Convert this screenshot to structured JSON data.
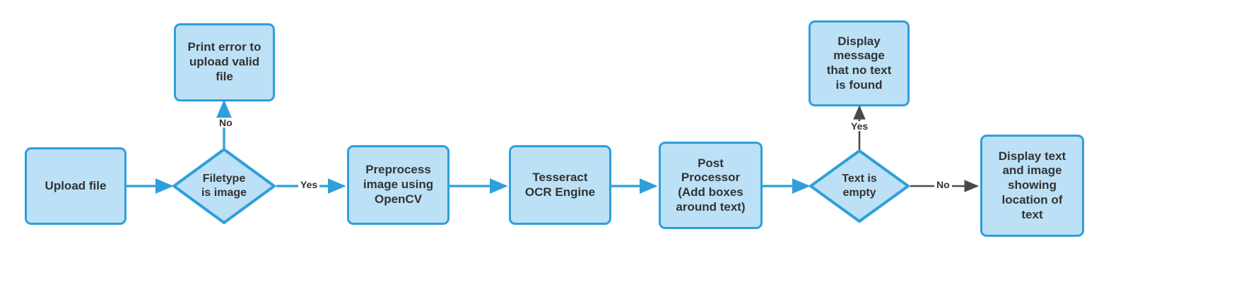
{
  "diagram": {
    "type": "flowchart",
    "title": "OCR text extraction pipeline flowchart",
    "colors": {
      "node_fill": "#bce0f5",
      "node_stroke": "#2e9fda",
      "text": "#333333",
      "edge_blue": "#2e9fda",
      "edge_gray": "#4a4a4a",
      "background": "#ffffff"
    },
    "nodes": [
      {
        "id": "upload",
        "shape": "rounded-rect",
        "label": "Upload file"
      },
      {
        "id": "filetype",
        "shape": "diamond",
        "label": "Filetype\nis image"
      },
      {
        "id": "printerror",
        "shape": "rounded-rect",
        "label": "Print error to\nupload valid\nfile"
      },
      {
        "id": "preprocess",
        "shape": "rounded-rect",
        "label": "Preprocess\nimage using\nOpenCV"
      },
      {
        "id": "tesseract",
        "shape": "rounded-rect",
        "label": "Tesseract\nOCR Engine"
      },
      {
        "id": "postproc",
        "shape": "rounded-rect",
        "label": "Post\nProcessor\n(Add boxes\naround text)"
      },
      {
        "id": "textempty",
        "shape": "diamond",
        "label": "Text is\nempty"
      },
      {
        "id": "nomessage",
        "shape": "rounded-rect",
        "label": "Display\nmessage\nthat no text\nis found"
      },
      {
        "id": "displaytext",
        "shape": "rounded-rect",
        "label": "Display text\nand image\nshowing\nlocation of\ntext"
      }
    ],
    "edges": [
      {
        "from": "upload",
        "to": "filetype",
        "label": "",
        "color": "#2e9fda"
      },
      {
        "from": "filetype",
        "to": "printerror",
        "label": "No",
        "color": "#2e9fda"
      },
      {
        "from": "filetype",
        "to": "preprocess",
        "label": "Yes",
        "color": "#2e9fda"
      },
      {
        "from": "preprocess",
        "to": "tesseract",
        "label": "",
        "color": "#2e9fda"
      },
      {
        "from": "tesseract",
        "to": "postproc",
        "label": "",
        "color": "#2e9fda"
      },
      {
        "from": "postproc",
        "to": "textempty",
        "label": "",
        "color": "#2e9fda"
      },
      {
        "from": "textempty",
        "to": "nomessage",
        "label": "Yes",
        "color": "#4a4a4a"
      },
      {
        "from": "textempty",
        "to": "displaytext",
        "label": "No",
        "color": "#4a4a4a"
      }
    ],
    "labels": {
      "upload": "Upload file",
      "filetype_l1": "Filetype",
      "filetype_l2": "is image",
      "printerror_l1": "Print error to",
      "printerror_l2": "upload valid",
      "printerror_l3": "file",
      "preprocess_l1": "Preprocess",
      "preprocess_l2": "image using",
      "preprocess_l3": "OpenCV",
      "tesseract_l1": "Tesseract",
      "tesseract_l2": "OCR Engine",
      "postproc_l1": "Post",
      "postproc_l2": "Processor",
      "postproc_l3": "(Add boxes",
      "postproc_l4": "around text)",
      "textempty_l1": "Text is",
      "textempty_l2": "empty",
      "nomessage_l1": "Display",
      "nomessage_l2": "message",
      "nomessage_l3": "that no text",
      "nomessage_l4": "is found",
      "displaytext_l1": "Display text",
      "displaytext_l2": "and image",
      "displaytext_l3": "showing",
      "displaytext_l4": "location of",
      "displaytext_l5": "text",
      "edge_no_filetype": "No",
      "edge_yes_filetype": "Yes",
      "edge_yes_textempty": "Yes",
      "edge_no_textempty": "No"
    }
  }
}
